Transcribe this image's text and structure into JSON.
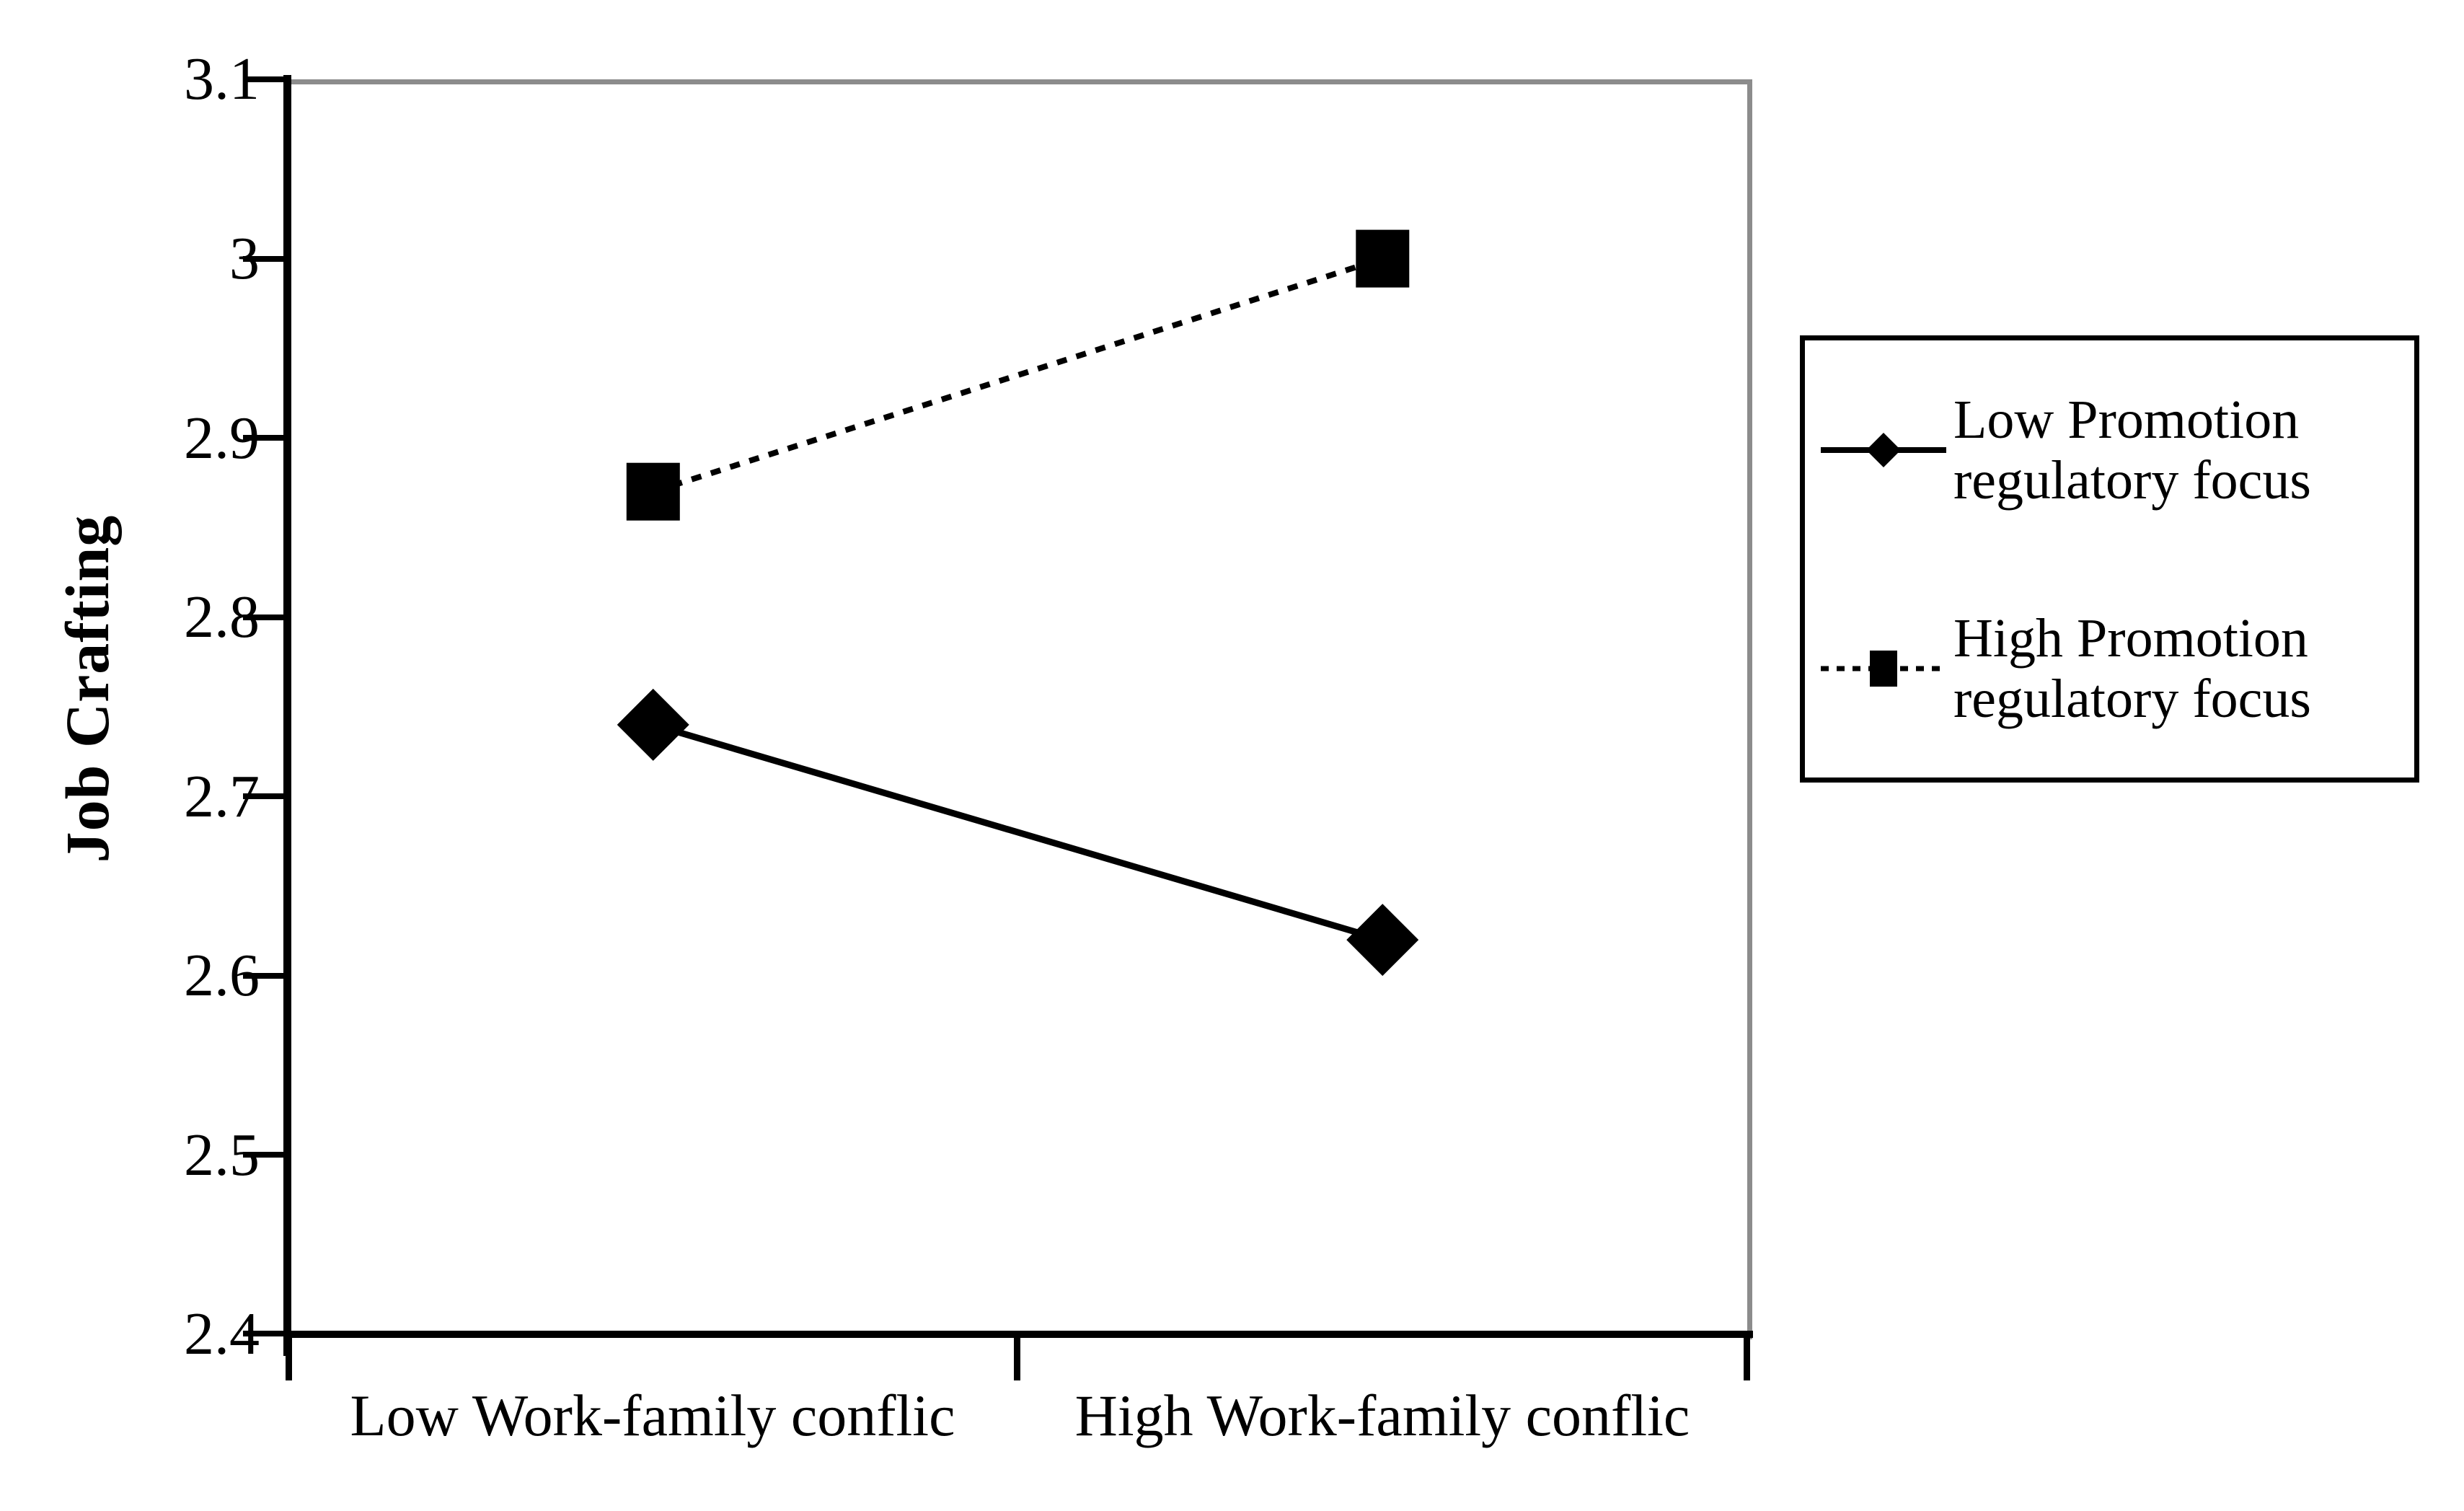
{
  "chart_data": {
    "type": "line",
    "title": "",
    "subtitle": "",
    "xlabel": "",
    "ylabel": "Job Crafting",
    "categories": [
      "Low Work-family conflic",
      "High Work-family conflic"
    ],
    "ylim": [
      2.4,
      3.1
    ],
    "ytick_labels": [
      "3.1",
      "3",
      "2.9",
      "2.8",
      "2.7",
      "2.6",
      "2.5",
      "2.4"
    ],
    "ytick_values": [
      3.1,
      3.0,
      2.9,
      2.8,
      2.7,
      2.6,
      2.5,
      2.4
    ],
    "grid": false,
    "legend_position": "right",
    "series": [
      {
        "name": "Low  Promotion\nregulatory focus",
        "marker": "diamond",
        "line_style": "solid",
        "color": "#000000",
        "values": [
          2.74,
          2.62
        ]
      },
      {
        "name": "High  Promotion\nregulatory focus",
        "marker": "square",
        "line_style": "dotted",
        "color": "#000000",
        "values": [
          2.87,
          3.0
        ]
      }
    ]
  },
  "axes": {
    "y_title": "Job Crafting",
    "y_ticks": [
      "3.1",
      "3",
      "2.9",
      "2.8",
      "2.7",
      "2.6",
      "2.5",
      "2.4"
    ],
    "x_ticks": [
      "Low Work-family conflic",
      "High Work-family conflic"
    ]
  },
  "legend": {
    "items": [
      {
        "label": "Low  Promotion\nregulatory focus",
        "marker": "diamond-marker",
        "line": "solid-line"
      },
      {
        "label": "High  Promotion\nregulatory focus",
        "marker": "square-marker",
        "line": "dotted-line"
      }
    ]
  },
  "colors": {
    "series": "#000000",
    "axis": "#000000",
    "frame": "#8c8c8c",
    "background": "#ffffff"
  }
}
